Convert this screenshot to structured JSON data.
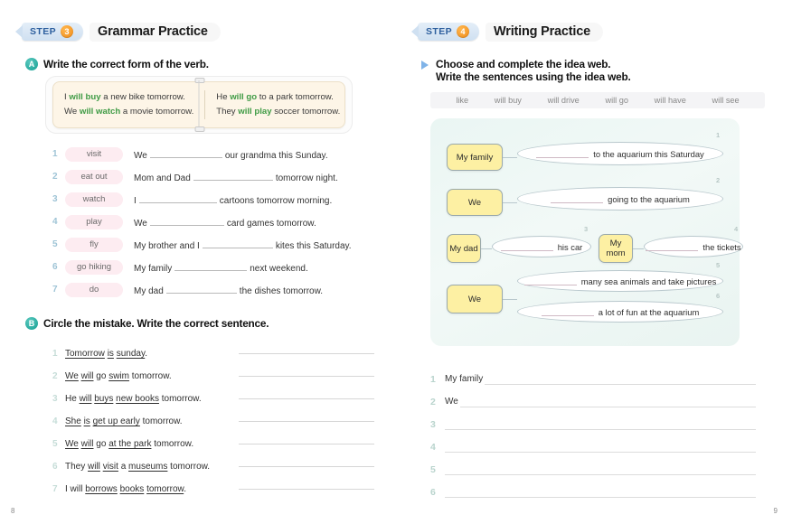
{
  "left_page": {
    "step": {
      "word": "STEP",
      "number": "3",
      "title": "Grammar Practice"
    },
    "section_a": {
      "badge": "A",
      "heading": "Write the correct form of the verb.",
      "example_box": {
        "col1": [
          {
            "pre": "I ",
            "verb": "will buy",
            "post": " a new bike tomorrow."
          },
          {
            "pre": "We ",
            "verb": "will watch",
            "post": " a movie tomorrow."
          }
        ],
        "col2": [
          {
            "pre": "He ",
            "verb": "will go",
            "post": " to a park tomorrow."
          },
          {
            "pre": "They ",
            "verb": "will play",
            "post": " soccer tomorrow."
          }
        ]
      },
      "items": [
        {
          "num": "1",
          "verb": "visit",
          "pre": "We",
          "post": "our grandma this Sunday."
        },
        {
          "num": "2",
          "verb": "eat out",
          "pre": "Mom and Dad",
          "post": "tomorrow night."
        },
        {
          "num": "3",
          "verb": "watch",
          "pre": "I",
          "post": "cartoons tomorrow morning."
        },
        {
          "num": "4",
          "verb": "play",
          "pre": "We",
          "post": "card games tomorrow."
        },
        {
          "num": "5",
          "verb": "fly",
          "pre": "My brother and I",
          "post": "kites this Saturday."
        },
        {
          "num": "6",
          "verb": "go hiking",
          "pre": "My family",
          "post": "next weekend."
        },
        {
          "num": "7",
          "verb": "do",
          "pre": "My dad",
          "post": "the dishes tomorrow."
        }
      ]
    },
    "section_b": {
      "badge": "B",
      "heading": "Circle the mistake. Write the correct sentence.",
      "items": [
        {
          "num": "1",
          "parts": [
            {
              "t": "Tomorrow",
              "u": true
            },
            {
              "t": " "
            },
            {
              "t": "is",
              "u": true
            },
            {
              "t": " "
            },
            {
              "t": "sunday",
              "u": true
            },
            {
              "t": "."
            }
          ]
        },
        {
          "num": "2",
          "parts": [
            {
              "t": "We",
              "u": true
            },
            {
              "t": " "
            },
            {
              "t": "will",
              "u": true
            },
            {
              "t": " go "
            },
            {
              "t": "swim",
              "u": true
            },
            {
              "t": " tomorrow."
            }
          ]
        },
        {
          "num": "3",
          "parts": [
            {
              "t": "He "
            },
            {
              "t": "will",
              "u": true
            },
            {
              "t": " "
            },
            {
              "t": "buys",
              "u": true
            },
            {
              "t": " "
            },
            {
              "t": "new books",
              "u": true
            },
            {
              "t": " tomorrow."
            }
          ]
        },
        {
          "num": "4",
          "parts": [
            {
              "t": "She",
              "u": true
            },
            {
              "t": " "
            },
            {
              "t": "is",
              "u": true
            },
            {
              "t": " "
            },
            {
              "t": "get up early",
              "u": true
            },
            {
              "t": " tomorrow."
            }
          ]
        },
        {
          "num": "5",
          "parts": [
            {
              "t": "We",
              "u": true
            },
            {
              "t": " "
            },
            {
              "t": "will",
              "u": true
            },
            {
              "t": " go "
            },
            {
              "t": "at the park",
              "u": true
            },
            {
              "t": " tomorrow."
            }
          ]
        },
        {
          "num": "6",
          "parts": [
            {
              "t": "They "
            },
            {
              "t": "will",
              "u": true
            },
            {
              "t": " "
            },
            {
              "t": "visit",
              "u": true
            },
            {
              "t": " a "
            },
            {
              "t": "museums",
              "u": true
            },
            {
              "t": " tomorrow."
            }
          ]
        },
        {
          "num": "7",
          "parts": [
            {
              "t": "I will "
            },
            {
              "t": "borrows",
              "u": true
            },
            {
              "t": " "
            },
            {
              "t": "books",
              "u": true
            },
            {
              "t": " "
            },
            {
              "t": "tomorrow",
              "u": true
            },
            {
              "t": "."
            }
          ]
        }
      ]
    },
    "page_number": "8"
  },
  "right_page": {
    "step": {
      "word": "STEP",
      "number": "4",
      "title": "Writing Practice"
    },
    "instructions": [
      "Choose and complete the idea web.",
      "Write the sentences using the idea web."
    ],
    "word_bank": [
      "like",
      "will buy",
      "will drive",
      "will go",
      "will have",
      "will see"
    ],
    "idea_web": {
      "nodes": [
        {
          "label": "My family",
          "ovals": [
            {
              "num": "1",
              "text": "to the aquarium this Saturday"
            }
          ]
        },
        {
          "label": "We",
          "ovals": [
            {
              "num": "2",
              "text": "going to the aquarium"
            }
          ]
        },
        {
          "label": "My dad",
          "ovals": [
            {
              "num": "3",
              "text": "his car"
            }
          ]
        },
        {
          "label": "My mom",
          "ovals": [
            {
              "num": "4",
              "text": "the tickets"
            }
          ]
        },
        {
          "label": "We",
          "ovals": [
            {
              "num": "5",
              "text": "many sea animals and take pictures"
            },
            {
              "num": "6",
              "text": "a lot of fun at the aquarium"
            }
          ]
        }
      ]
    },
    "writing_lines": [
      {
        "num": "1",
        "text": "My family"
      },
      {
        "num": "2",
        "text": "We"
      },
      {
        "num": "3",
        "text": ""
      },
      {
        "num": "4",
        "text": ""
      },
      {
        "num": "5",
        "text": ""
      },
      {
        "num": "6",
        "text": ""
      }
    ],
    "page_number": "9"
  }
}
